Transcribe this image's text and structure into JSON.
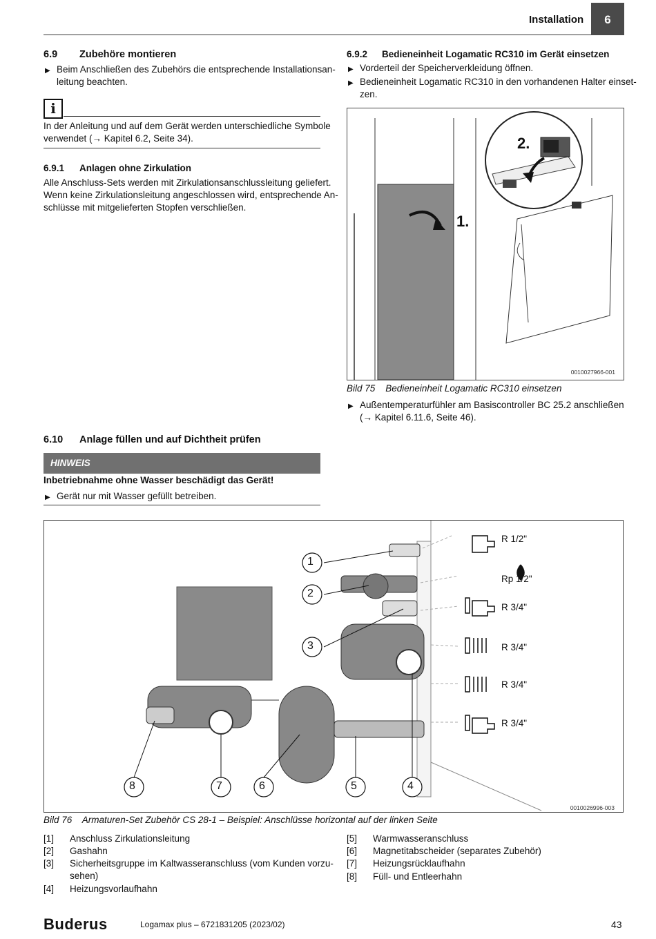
{
  "header": {
    "section": "Installation",
    "chapter": "6"
  },
  "left": {
    "s69_num": "6.9",
    "s69_title": "Zubehöre montieren",
    "s69_b1_l1": "Beim Anschließen des Zubehörs die entsprechende Installationsan-",
    "s69_b1_l2": "leitung beachten.",
    "info_l1": "In der Anleitung und auf dem Gerät werden unterschiedliche Symbole",
    "info_l2": "verwendet (→ Kapitel 6.2, Seite 34).",
    "s691_num": "6.9.1",
    "s691_title": "Anlagen ohne Zirkulation",
    "s691_l1": "Alle Anschluss-Sets werden mit Zirkulationsanschlussleitung geliefert.",
    "s691_l2": "Wenn keine Zirkulationsleitung angeschlossen wird, entsprechende An-",
    "s691_l3": "schlüsse mit mitgelieferten Stopfen verschließen.",
    "s610_num": "6.10",
    "s610_title": "Anlage füllen und auf Dichtheit prüfen",
    "notice_label": "HINWEIS",
    "notice_title": "Inbetriebnahme ohne Wasser beschädigt das Gerät!",
    "notice_b1": "Gerät nur mit Wasser gefüllt betreiben."
  },
  "right": {
    "s692_num": "6.9.2",
    "s692_title": "Bedieneinheit Logamatic RC310 im Gerät einsetzen",
    "b1": "Vorderteil der Speicherverkleidung öffnen.",
    "b2_l1": "Bedieneinheit Logamatic RC310 in den vorhandenen Halter einset-",
    "b2_l2": "zen.",
    "fig75_step1": "1.",
    "fig75_step2": "2.",
    "fig75_code": "0010027966-001",
    "fig75_caption": "Bild 75    Bedieneinheit Logamatic RC310 einsetzen",
    "b3_l1": "Außentemperaturfühler am Basiscontroller BC 25.2 anschließen",
    "b3_l2": "(→ Kapitel 6.11.6, Seite 46)."
  },
  "fig76": {
    "code": "0010026996-003",
    "caption": "Bild 76    Armaturen-Set Zubehör CS 28-1 – Beispiel: Anschlüsse horizontal auf der linken Seite",
    "threads": [
      "R 1/2\"",
      "Rp 1/2\"",
      "R 3/4\"",
      "R 3/4\"",
      "R 3/4\"",
      "R 3/4\""
    ],
    "callouts": [
      "1",
      "2",
      "3",
      "4",
      "5",
      "6",
      "7",
      "8"
    ]
  },
  "legend": {
    "left": [
      {
        "n": "[1]",
        "t": "Anschluss Zirkulationsleitung"
      },
      {
        "n": "[2]",
        "t": "Gashahn"
      },
      {
        "n": "[3]",
        "t": "Sicherheitsgruppe im Kaltwasseranschluss (vom Kunden vorzu-"
      },
      {
        "n": "",
        "t": "sehen)"
      },
      {
        "n": "[4]",
        "t": "Heizungsvorlaufhahn"
      }
    ],
    "right": [
      {
        "n": "[5]",
        "t": "Warmwasseranschluss"
      },
      {
        "n": "[6]",
        "t": "Magnetitabscheider (separates Zubehör)"
      },
      {
        "n": "[7]",
        "t": "Heizungsrücklaufhahn"
      },
      {
        "n": "[8]",
        "t": "Füll- und Entleerhahn"
      }
    ]
  },
  "footer": {
    "brand": "Buderus",
    "doc": "Logamax plus – 6721831205 (2023/02)",
    "page": "43"
  },
  "colors": {
    "panel": "#8a8a8a",
    "chapter_bg": "#4a4a4a",
    "notice_bg": "#707070"
  }
}
